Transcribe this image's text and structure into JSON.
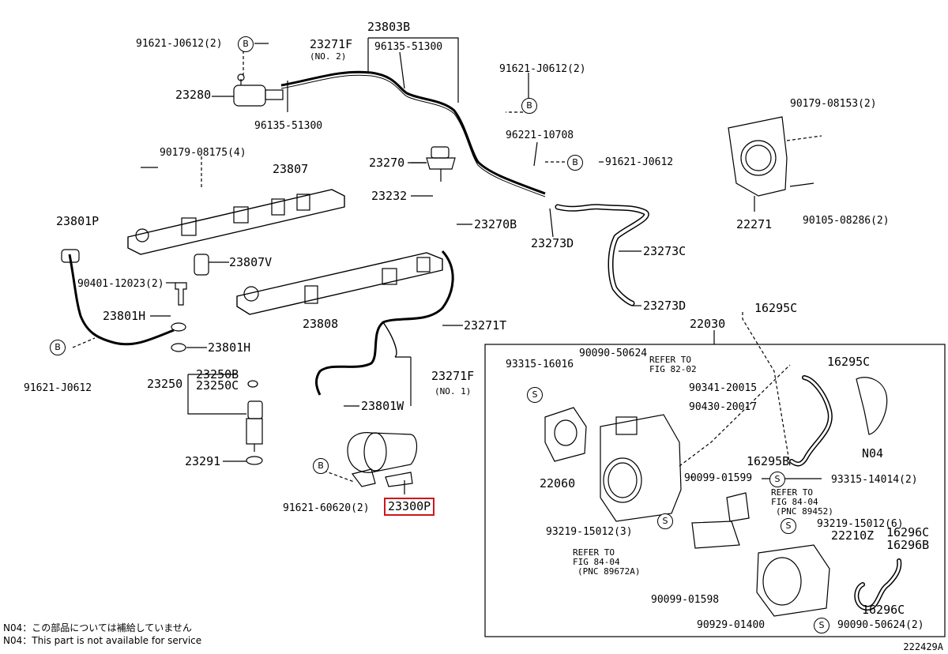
{
  "labels": {
    "p23803B": "23803B",
    "p91621_J0612_2_top": "91621-J0612(2)",
    "p23271F_no2": "23271F",
    "no2": "(NO. 2)",
    "p96135_51300_a": "96135-51300",
    "p23280": "23280",
    "p96135_51300_b": "96135-51300",
    "p91621_J0612_2_r": "91621-J0612(2)",
    "p96221_10708": "96221-10708",
    "p91621_J0612": "91621-J0612",
    "p90179_08153": "90179-08153(2)",
    "p90179_08175": "90179-08175(4)",
    "p23807": "23807",
    "p23270": "23270",
    "p23232": "23232",
    "p23270B": "23270B",
    "p23273D_a": "23273D",
    "p23273C": "23273C",
    "p23273D_b": "23273D",
    "p22271": "22271",
    "p90105_08286": "90105-08286(2)",
    "p23801P": "23801P",
    "p23807V": "23807V",
    "p90401_12023": "90401-12023(2)",
    "p23808": "23808",
    "p16295C_a": "16295C",
    "p22030": "22030",
    "p23801H_a": "23801H",
    "p23801H_b": "23801H",
    "p23271T": "23271T",
    "p91621_J0612_left": "91621-J0612",
    "p23250B": "23250B",
    "p23250": "23250",
    "p23250C": "23250C",
    "p23271F_no1": "23271F",
    "no1": "(NO. 1)",
    "p23801W": "23801W",
    "p23291": "23291",
    "p93315_16016": "93315-16016",
    "p90090_50624": "90090-50624",
    "refer_to_1": "REFER TO",
    "fig_82_02": "FIG 82-02",
    "p16295C_b": "16295C",
    "p90341_20015": "90341-20015",
    "p90430_20017": "90430-20017",
    "n04_a": "N04",
    "p22060": "22060",
    "p16295B": "16295B",
    "p90099_01599": "90099-01599",
    "p93315_14014": "93315-14014(2)",
    "p91621_60620": "91621-60620(2)",
    "p23300P": "23300P",
    "refer_to_2": "REFER TO",
    "fig_84_04_a": "FIG 84-04",
    "pnc_89452": "(PNC 89452)",
    "p93219_15012_3": "93219-15012(3)",
    "p93219_15012_6": "93219-15012(6)",
    "p22210Z": "22210Z",
    "p16296C_a": "16296C",
    "p16296B": "16296B",
    "refer_to_3": "REFER TO",
    "fig_84_04_b": "FIG 84-04",
    "pnc_89672A": "(PNC 89672A)",
    "p90099_01598": "90099-01598",
    "p16296C_b": "16296C",
    "p90929_01400": "90929-01400",
    "p90090_50624_2": "90090-50624(2)"
  },
  "circle_marks": {
    "b": "B",
    "s": "S"
  },
  "footnotes": {
    "jp": "N04：この部品については補給していません",
    "en": "N04：This part is not available for service"
  },
  "diagram_code": "222429A",
  "highlight_color": "#d0141b"
}
